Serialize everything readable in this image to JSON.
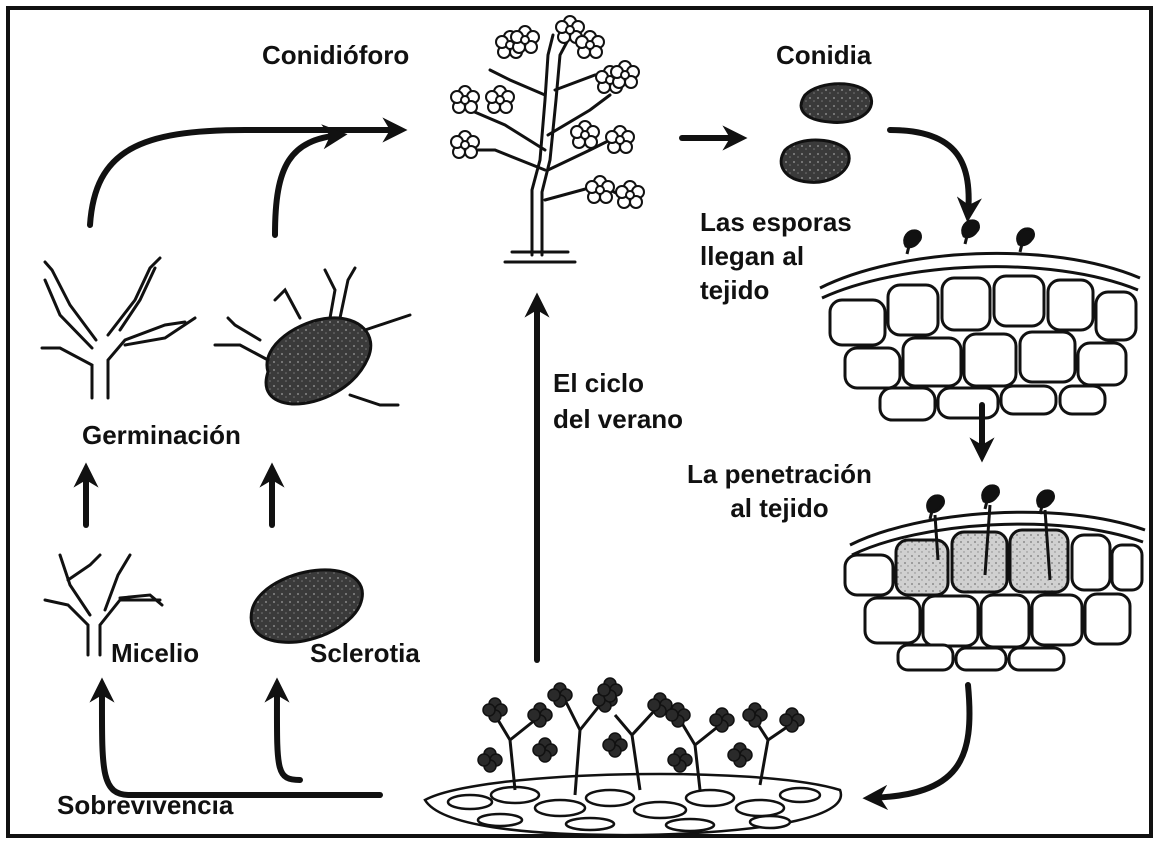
{
  "labels": {
    "conidioforo": "Conidióforo",
    "conidia": "Conidia",
    "esporas": [
      "Las esporas",
      "llegan al",
      "tejido"
    ],
    "penetracion": [
      "La penetración",
      "al tejido"
    ],
    "ciclo": [
      "El ciclo",
      "del verano"
    ],
    "germinacion": "Germinación",
    "micelio": "Micelio",
    "sclerotia": "Sclerotia",
    "sobrevivencia": "Sobrevivencia"
  },
  "colors": {
    "ink": "#111111",
    "paper": "#ffffff",
    "tissue_fill": "#e8e8e8",
    "sclerotia_fill": "#3a3a3a"
  }
}
